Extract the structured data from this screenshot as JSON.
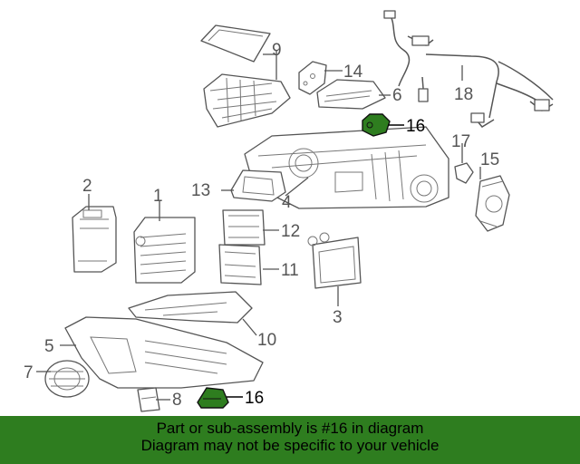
{
  "callouts": {
    "c1": "1",
    "c2": "2",
    "c3": "3",
    "c4": "4",
    "c5": "5",
    "c6": "6",
    "c7": "7",
    "c8": "8",
    "c9": "9",
    "c10": "10",
    "c11": "11",
    "c12": "12",
    "c13": "13",
    "c14": "14",
    "c15": "15",
    "c16a": "16",
    "c16b": "16",
    "c17": "17",
    "c18": "18"
  },
  "highlight": {
    "part": "16",
    "color": "#2e7d1f"
  },
  "banner": {
    "line1": "Part or sub-assembly is #16 in diagram",
    "line2": "Diagram may not be specific to your vehicle",
    "color": "#2e7d1f"
  }
}
